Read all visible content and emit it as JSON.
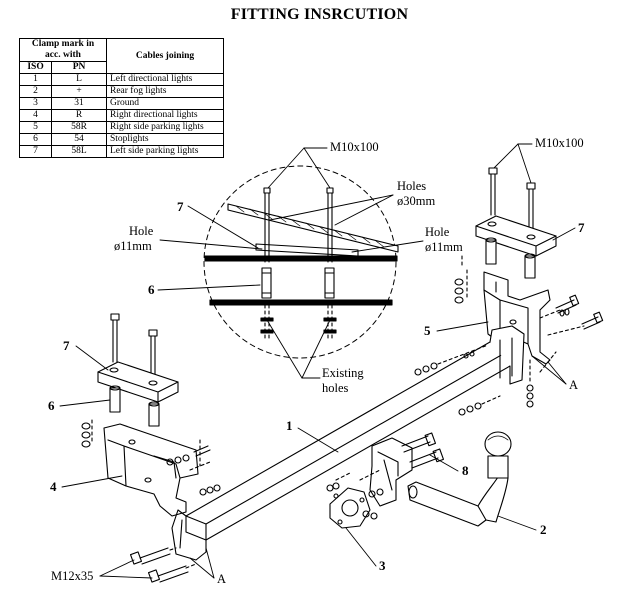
{
  "title": "FITTING INSRCUTION",
  "table": {
    "header_clamp": "Clamp mark in acc. with",
    "header_cables": "Cables joining",
    "header_iso": "ISO",
    "header_pn": "PN",
    "rows": [
      {
        "iso": "1",
        "pn": "L",
        "desc": "Left directional lights"
      },
      {
        "iso": "2",
        "pn": "+",
        "desc": "Rear fog lights"
      },
      {
        "iso": "3",
        "pn": "31",
        "desc": "Ground"
      },
      {
        "iso": "4",
        "pn": "R",
        "desc": "Right directional lights"
      },
      {
        "iso": "5",
        "pn": "58R",
        "desc": "Right side parking lights"
      },
      {
        "iso": "6",
        "pn": "54",
        "desc": "Stoplights"
      },
      {
        "iso": "7",
        "pn": "58L",
        "desc": "Left side parking lights"
      }
    ]
  },
  "labels": {
    "m10_center": "M10x100",
    "m10_right": "M10x100",
    "holes_30_line1": "Holes",
    "holes_30_line2": "ø30mm",
    "hole_left_line1": "Hole",
    "hole_left_line2": "ø11mm",
    "hole_right_line1": "Hole",
    "hole_right_line2": "ø11mm",
    "existing_line1": "Existing",
    "existing_line2": "holes",
    "m12": "M12x35",
    "a_right": "A",
    "a_bottom": "A"
  },
  "callouts": {
    "n1": "1",
    "n2": "2",
    "n3": "3",
    "n4": "4",
    "n5": "5",
    "n6_detail": "6",
    "n6_left": "6",
    "n7_detail": "7",
    "n7_left": "7",
    "n7_right": "7",
    "n8": "8"
  }
}
